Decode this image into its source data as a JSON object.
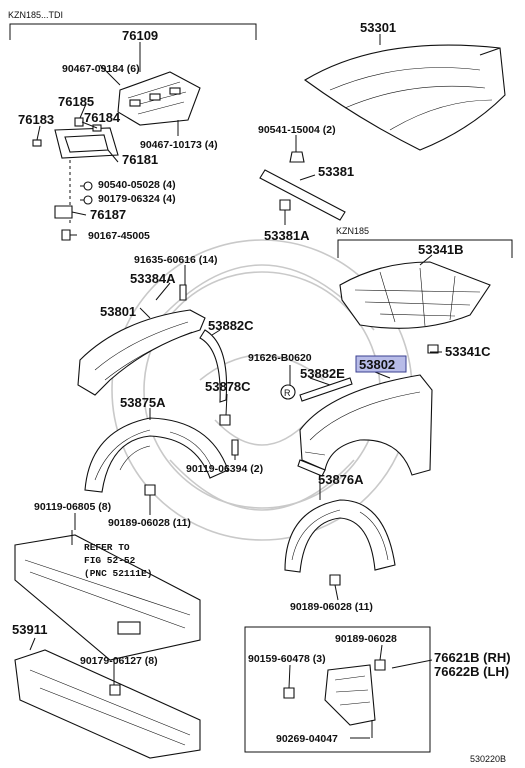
{
  "group_labels": {
    "kzn185_tdi": "KZN185...TDI",
    "kzn185": "KZN185"
  },
  "parts": {
    "p76109": "76109",
    "p90467_09184": "90467-09184 (6)",
    "p76185": "76185",
    "p76183": "76183",
    "p76184": "76184",
    "p90467_10173": "90467-10173 (4)",
    "p76181": "76181",
    "p90540_05028": "90540-05028 (4)",
    "p90179_06324": "90179-06324 (4)",
    "p76187": "76187",
    "p90167_45005": "90167-45005",
    "p53301": "53301",
    "p90541_15004": "90541-15004 (2)",
    "p53381": "53381",
    "p53381a": "53381A",
    "p53341b": "53341B",
    "p53341c": "53341C",
    "p91635_60616": "91635-60616 (14)",
    "p53384a": "53384A",
    "p53801": "53801",
    "p53882c": "53882C",
    "p91626_b0620": "91626-B0620",
    "p53882e": "53882E",
    "p53802": "53802",
    "p53878c": "53878C",
    "p53875a": "53875A",
    "p90119_06394": "90119-06394 (2)",
    "p53876a": "53876A",
    "p90119_06805": "90119-06805 (8)",
    "p90189_06028_11a": "90189-06028 (11)",
    "p53911": "53911",
    "p90189_06028_11b": "90189-06028 (11)",
    "p90179_06127": "90179-06127 (8)",
    "p90189_06028": "90189-06028",
    "p90159_60478": "90159-60478 (3)",
    "p76621b": "76621B (RH)",
    "p76622b": "76622B (LH)",
    "p90269_04047": "90269-04047"
  },
  "refer_note": {
    "line1": "REFER TO",
    "line2": "FIG 52-52",
    "line3": "(PNC 52111E)"
  },
  "markers": {
    "r_symbol": "R"
  },
  "diagram_id": "530220B",
  "colors": {
    "highlight": "#b8bce8",
    "line": "#111111",
    "watermark": "#c9c9c9"
  }
}
